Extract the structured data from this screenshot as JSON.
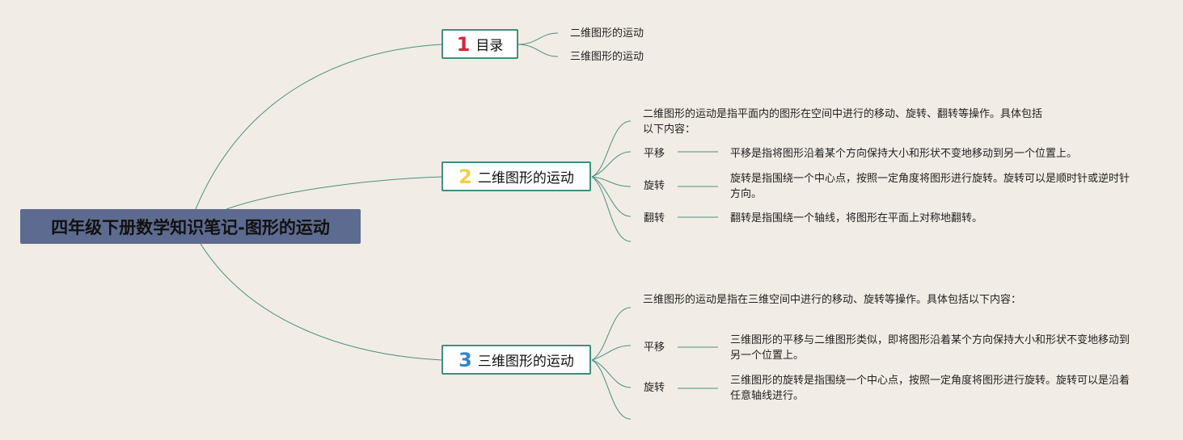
{
  "root": {
    "title": "四年级下册数学知识笔记-图形的运动"
  },
  "branches": [
    {
      "number": "1",
      "label": "目录",
      "items": [
        "二维图形的运动",
        "三维图形的运动"
      ]
    },
    {
      "number": "2",
      "label": "二维图形的运动",
      "intro": "二维图形的运动是指平面内的图形在空间中进行的移动、旋转、翻转等操作。具体包括以下内容：",
      "topics": [
        {
          "name": "平移",
          "desc": "平移是指将图形沿着某个方向保持大小和形状不变地移动到另一个位置上。"
        },
        {
          "name": "旋转",
          "desc": "旋转是指围绕一个中心点，按照一定角度将图形进行旋转。旋转可以是顺时针或逆时针方向。"
        },
        {
          "name": "翻转",
          "desc": "翻转是指围绕一个轴线，将图形在平面上对称地翻转。"
        }
      ]
    },
    {
      "number": "3",
      "label": "三维图形的运动",
      "intro": "三维图形的运动是指在三维空间中进行的移动、旋转等操作。具体包括以下内容：",
      "topics": [
        {
          "name": "平移",
          "desc": "三维图形的平移与二维图形类似，即将图形沿着某个方向保持大小和形状不变地移动到另一个位置上。"
        },
        {
          "name": "旋转",
          "desc": "三维图形的旋转是指围绕一个中心点，按照一定角度将图形进行旋转。旋转可以是沿着任意轴线进行。"
        }
      ]
    }
  ],
  "colors": {
    "background": "#f1ece6",
    "connector": "#4f8f80",
    "root_fill": "#5c6b8f",
    "branch_border": "#3f8f7d",
    "num1": "#d3263b",
    "num2": "#f2cf44",
    "num3": "#2e86c9"
  }
}
